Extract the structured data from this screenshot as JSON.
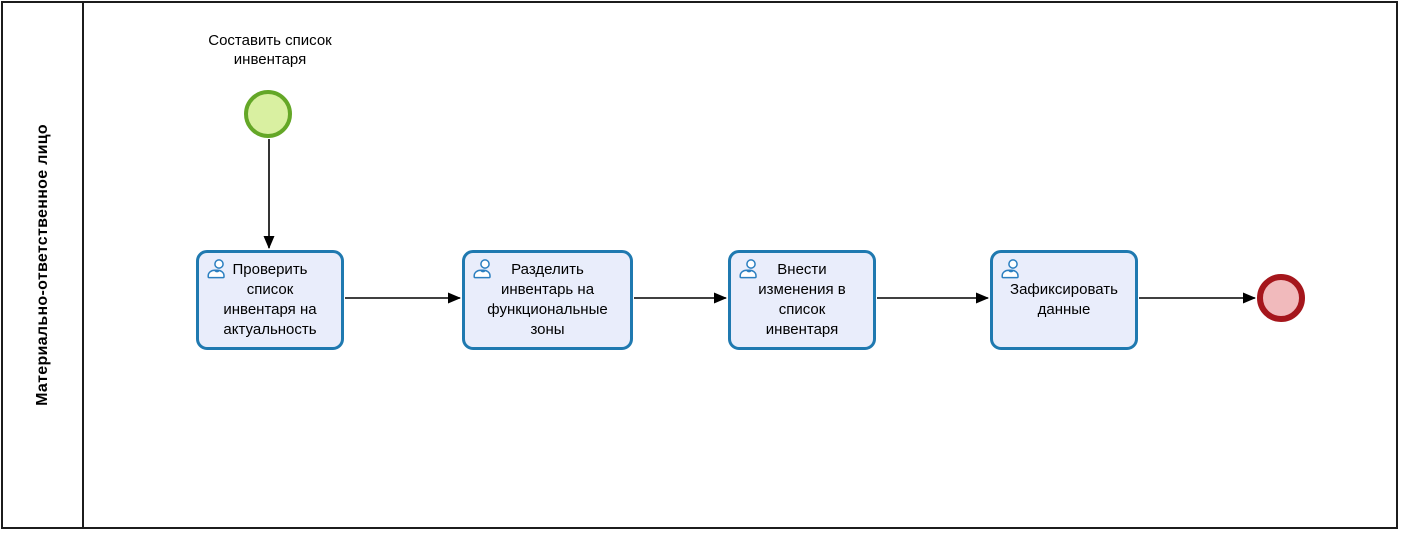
{
  "pool": {
    "lane_label": "Материально-ответственное лицо",
    "frame_color": "#1c1c1c"
  },
  "process": {
    "start_event": {
      "label": "Составить список\nинвентаря",
      "fill": "#d9f0a1",
      "stroke": "#64a727"
    },
    "tasks": [
      {
        "label": "Проверить\nсписок\nинвентаря на\nактуальность"
      },
      {
        "label": "Разделить\nинвентарь на\nфункциональные\nзоны"
      },
      {
        "label": "Внести\nизменения в\nсписок\nинвентаря"
      },
      {
        "label": "Зафиксировать\nданные"
      }
    ],
    "end_event": {
      "fill": "#f1babc",
      "stroke": "#a5161c"
    },
    "task_style": {
      "fill": "#e9edfb",
      "stroke": "#1f79b0",
      "icon": "user-icon",
      "icon_color": "#2b7fc0"
    },
    "connector_color": "#000000"
  }
}
